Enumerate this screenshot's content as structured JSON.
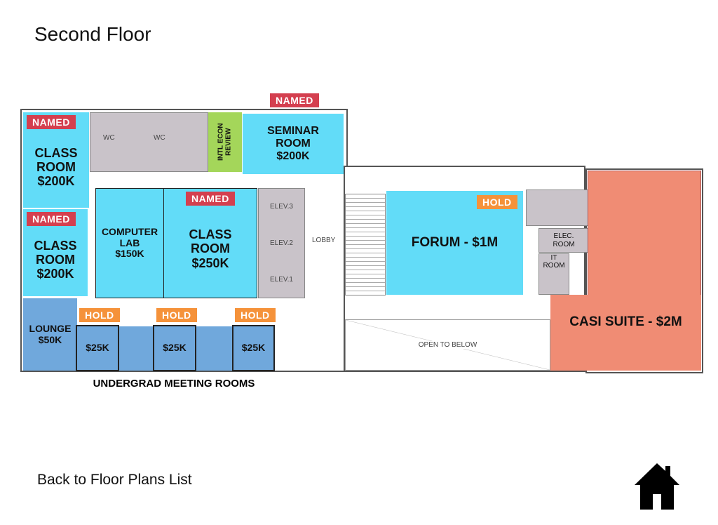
{
  "title": "Second Floor",
  "rooms": {
    "classroom_nw": "CLASS\nROOM\n$200K",
    "classroom_w": "CLASS\nROOM\n$200K",
    "wc1": "WC",
    "wc2": "WC",
    "intl_econ": "INTL ECON\nREVIEW",
    "seminar": "SEMINAR\nROOM\n$200K",
    "computer_lab": "COMPUTER\nLAB\n$150K",
    "classroom_center": "CLASS\nROOM\n$250K",
    "elev3": "ELEV.3",
    "elev2": "ELEV.2",
    "elev1": "ELEV.1",
    "lobby": "LOBBY",
    "lounge": "LOUNGE\n$50K",
    "meeting1": "$25K",
    "meeting2": "$25K",
    "meeting3": "$25K",
    "undergrad_label": "UNDERGRAD MEETING ROOMS",
    "forum": "FORUM - $1M",
    "elec_room": "ELEC.\nROOM",
    "it_room": "IT\nROOM",
    "open_below": "OPEN TO BELOW",
    "casi": "CASI SUITE - $2M"
  },
  "tags": {
    "named": "NAMED",
    "hold": "HOLD"
  },
  "nav": {
    "back": "Back to Floor Plans List",
    "home_icon": "home-icon"
  },
  "colors": {
    "available": "#62dcf8",
    "meeting": "#70a8dc",
    "green": "#a4d65a",
    "casi": "#f08c74",
    "named_tag": "#d43f4f",
    "hold_tag": "#f5923a"
  }
}
